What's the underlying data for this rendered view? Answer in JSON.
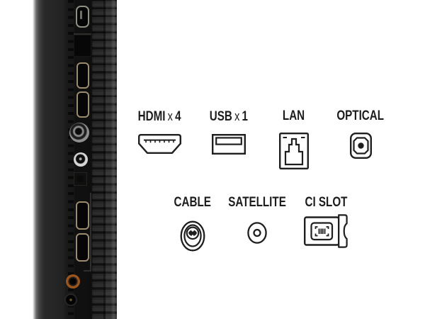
{
  "colors": {
    "background": "#ffffff",
    "ink": "#1d1d1d",
    "hdmi_gold": "#9c8c6e",
    "av_orange": "#9a551c",
    "metal_silver": "#d4d4d4"
  },
  "groups": {
    "row1": [
      {
        "label": "HDMI",
        "times": "x",
        "count": "4",
        "icon": "hdmi-connector-icon"
      },
      {
        "label": "USB",
        "times": "x",
        "count": "1",
        "icon": "usb-connector-icon"
      },
      {
        "label": "LAN",
        "times": "",
        "count": "",
        "icon": "ethernet-jack-icon"
      },
      {
        "label": "OPTICAL",
        "times": "",
        "count": "",
        "icon": "optical-audio-icon"
      }
    ],
    "row2": [
      {
        "label": "CABLE",
        "icon": "coax-cable-icon"
      },
      {
        "label": "SATELLITE",
        "icon": "satellite-connector-icon"
      },
      {
        "label": "CI SLOT",
        "icon": "ci-module-icon"
      }
    ]
  },
  "side_panel": {
    "ports": [
      "usb-port",
      "ethernet-port",
      "hdmi-port-1",
      "hdmi-port-2",
      "cable-antenna-port",
      "satellite-port",
      "optical-port",
      "hdmi-port-3",
      "hdmi-port-4",
      "av-input-port",
      "headphone-jack-port"
    ]
  }
}
